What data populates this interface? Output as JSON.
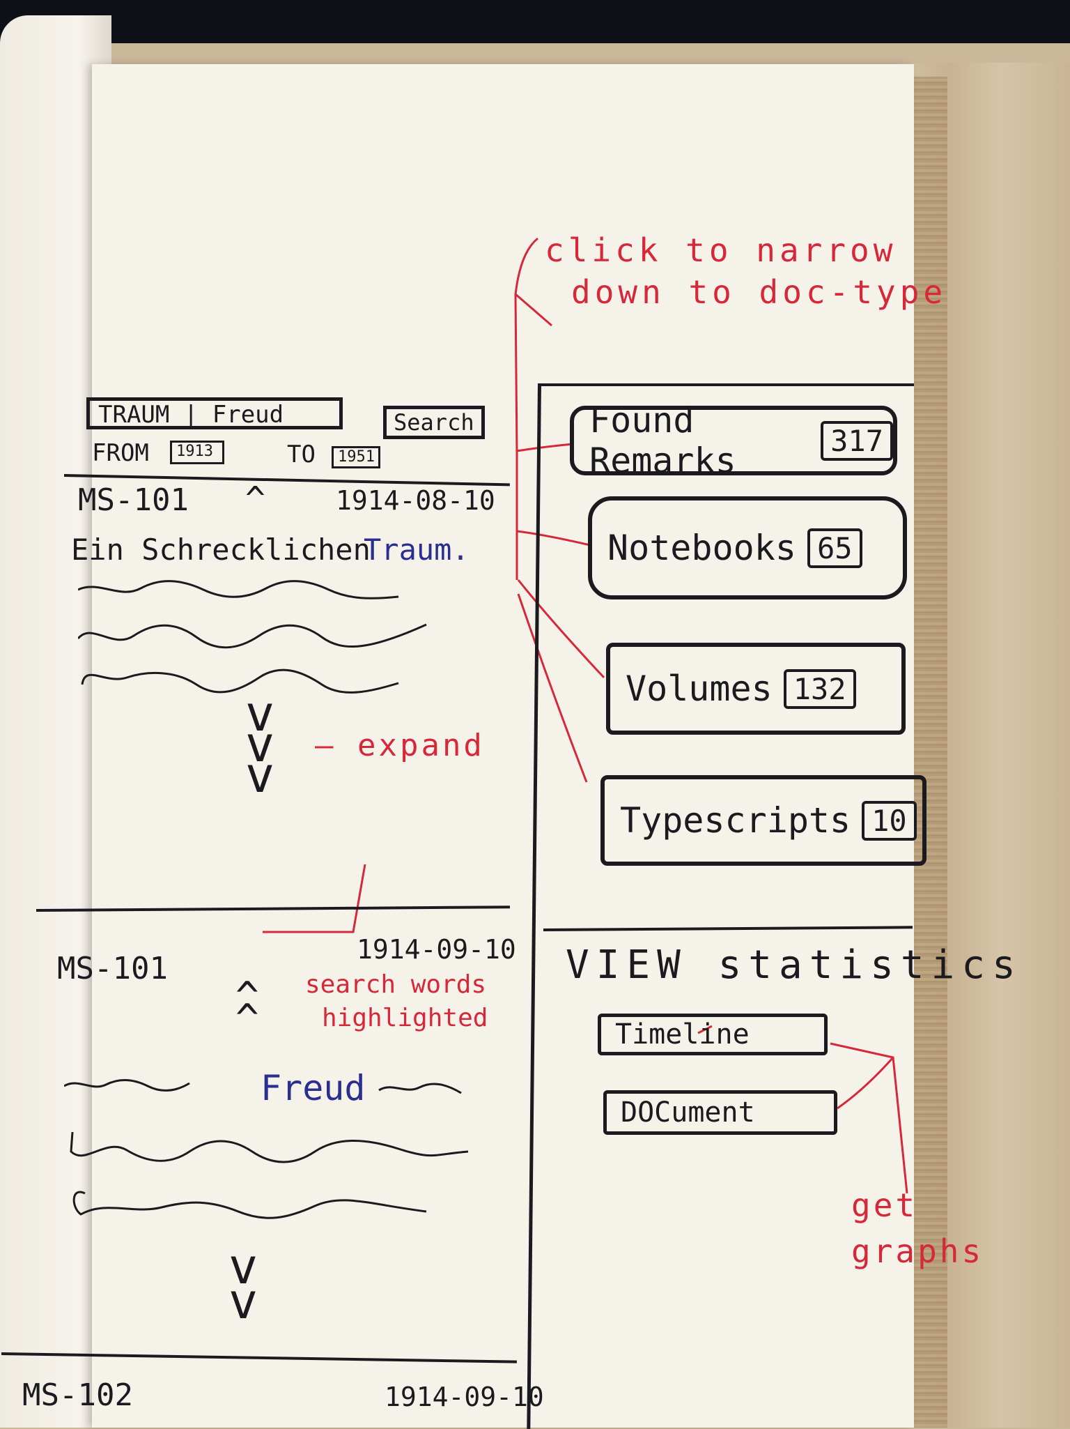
{
  "search": {
    "query": "TRAUM | Freud",
    "button_label": "Search",
    "from_label": "FROM",
    "from_value": "1913",
    "to_label": "TO",
    "to_value": "1951"
  },
  "annotations": {
    "doc_type_note_line1": "click to narrow",
    "doc_type_note_line2": "down to doc-type",
    "expand_note": "— expand",
    "highlight_note_line1": "search words",
    "highlight_note_line2": "highlighted",
    "graphs_note_line1": "get",
    "graphs_note_line2": "graphs"
  },
  "results": [
    {
      "id": "MS-101",
      "date": "1914-08-10",
      "text_plain": "Ein Schrecklichen",
      "text_highlight": "Traum."
    },
    {
      "id": "MS-101",
      "date": "1914-09-10",
      "highlight_word": "Freud"
    },
    {
      "id": "MS-102",
      "date": "1914-09-10"
    }
  ],
  "filters": [
    {
      "label": "Found Remarks",
      "count": "317"
    },
    {
      "label": "Notebooks",
      "count": "65"
    },
    {
      "label": "Volumes",
      "count": "132"
    },
    {
      "label": "Typescripts",
      "count": "10"
    }
  ],
  "statistics": {
    "heading": "VIEW statistics",
    "timeline_label": "Timeline",
    "document_label": "DOCument"
  },
  "colors": {
    "ink": "#1b1b1f",
    "annotation_red": "#d62839",
    "highlight_blue": "#2a2f8f",
    "paper": "#f5f2ea"
  },
  "icons": {
    "collapse": "chevron-up-icon",
    "expand": "double-chevron-down-icon"
  }
}
